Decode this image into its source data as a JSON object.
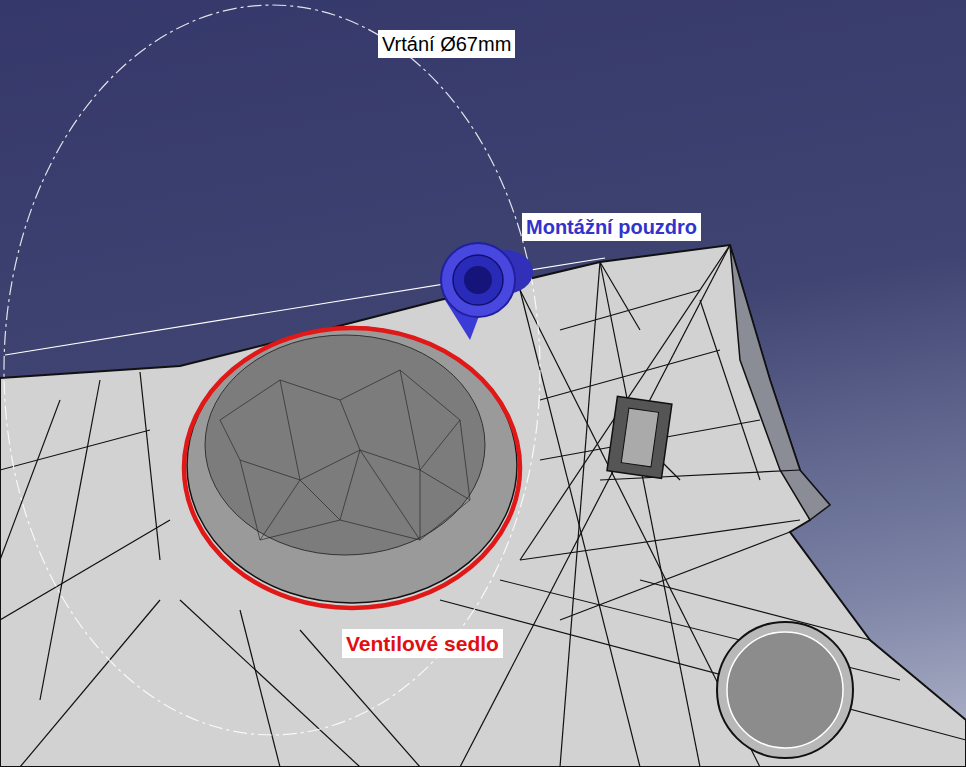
{
  "diagram": {
    "labels": [
      "Vrtání Ø67mm",
      "Montážní pouzdro",
      "Ventilové sedlo"
    ]
  }
}
